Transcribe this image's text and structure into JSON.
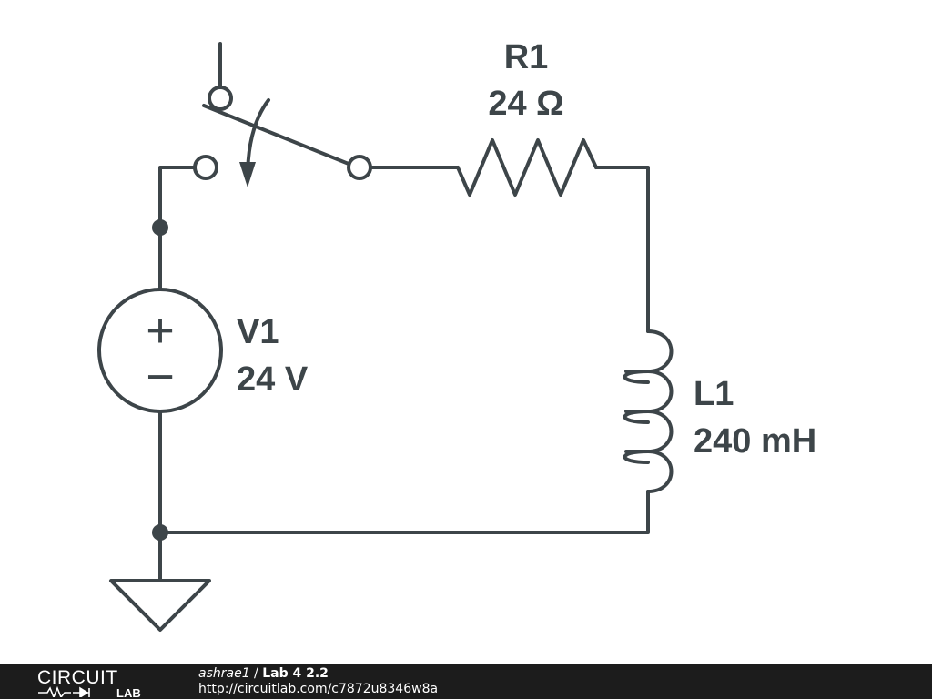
{
  "schematic": {
    "components": {
      "r1": {
        "designator": "R1",
        "value": "24 Ω"
      },
      "v1": {
        "designator": "V1",
        "value": "24 V",
        "plus": "+",
        "minus": "−"
      },
      "l1": {
        "designator": "L1",
        "value": "240 mH"
      }
    },
    "colors": {
      "ink": "#3d4549",
      "background": "#ffffff"
    }
  },
  "footer": {
    "logo": {
      "top": "CIRCUIT",
      "bottom": "LAB"
    },
    "author": "ashrae1",
    "separator": " / ",
    "title": "Lab 4 2.2",
    "url": "http://circuitlab.com/c7872u8346w8a",
    "colors": {
      "background": "#1c1c1c",
      "text": "#ffffff"
    }
  }
}
